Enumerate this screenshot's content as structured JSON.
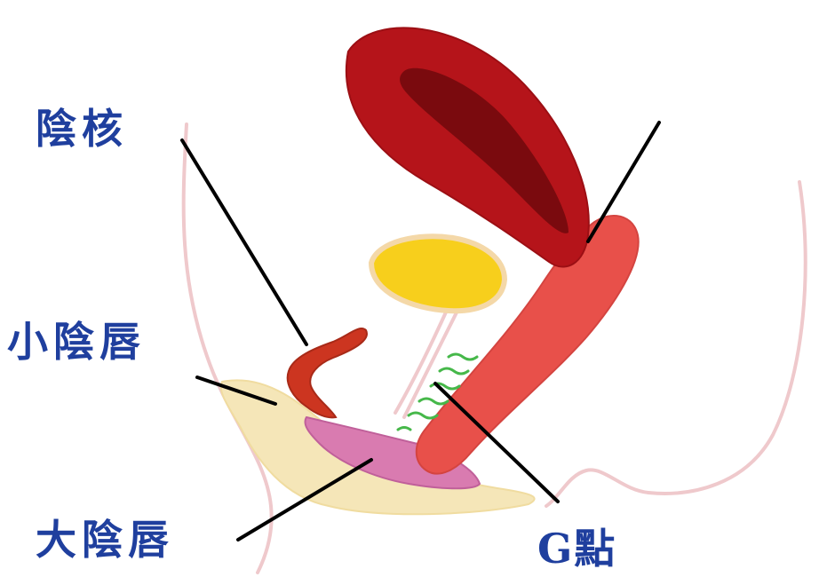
{
  "labels": {
    "clitoris": "陰核",
    "labia_minora": "小陰唇",
    "labia_majora": "大陰唇",
    "g_spot": "G點"
  },
  "colors": {
    "label_text": "#1f3f9e",
    "uterus": "#b5141a",
    "uterus_inner": "#7a0a0e",
    "vagina": "#e8504a",
    "bladder": "#f7cf1c",
    "body_outline": "#efc9cc",
    "labia_majora": "#f5e6b8",
    "labia_minora": "#d97bb0",
    "clitoris": "#cc3520",
    "g_spot_area": "#46b84a",
    "leader_line": "#000000"
  }
}
